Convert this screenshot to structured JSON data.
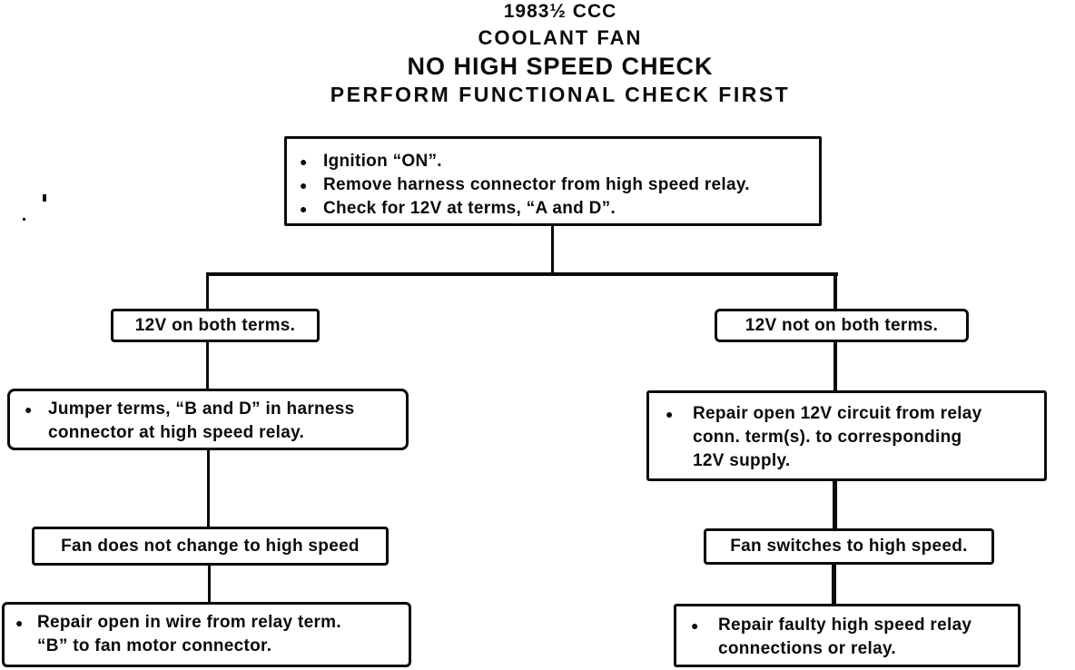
{
  "title": {
    "line1": "1983½ CCC",
    "line2": "COOLANT FAN",
    "line3": "NO HIGH SPEED CHECK",
    "line4": "PERFORM FUNCTIONAL CHECK FIRST"
  },
  "colors": {
    "ink": "#0b0b0b",
    "paper": "#ffffff"
  },
  "icons": {
    "bullet": "●"
  },
  "flowchart": {
    "start_box": {
      "bullets": [
        "Ignition “ON”.",
        "Remove harness connector from high speed relay.",
        "Check for 12V at terms, “A and D”."
      ]
    },
    "left_branch": {
      "condition": "12V on both terms.",
      "action_lines": [
        "Jumper terms, “B and D” in harness",
        "connector at high speed relay."
      ],
      "result": "Fan does not change to high speed",
      "final_lines": [
        "Repair open in wire from relay term.",
        "“B” to fan motor connector."
      ]
    },
    "right_branch": {
      "condition": "12V not on both terms.",
      "action_lines": [
        "Repair open 12V circuit from relay",
        "conn. term(s). to corresponding",
        "12V supply."
      ],
      "result": "Fan switches to high speed.",
      "final_lines": [
        "Repair faulty high speed relay",
        "connections or relay."
      ]
    }
  }
}
